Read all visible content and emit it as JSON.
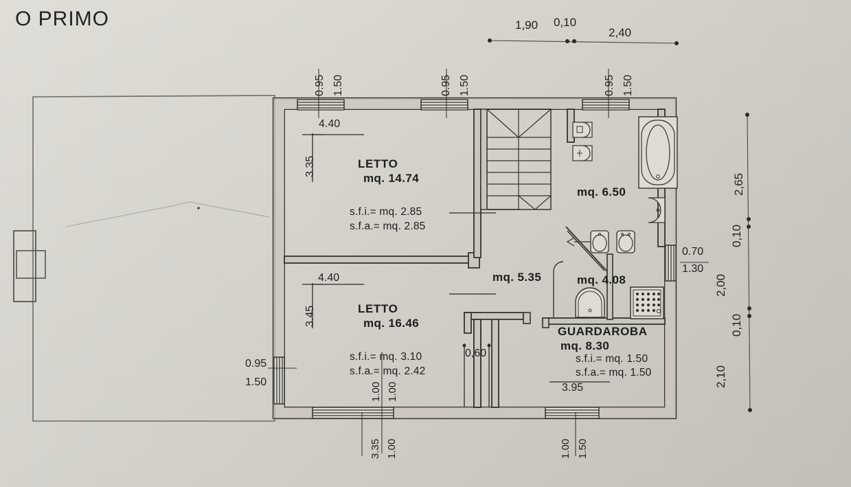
{
  "document": {
    "title": "O PRIMO",
    "full_title_hint": "PIANO PRIMO",
    "type": "architectural-floor-plan",
    "language": "it",
    "paper_color": "#d6d3cc",
    "ink_color": "#1d1d1c"
  },
  "rooms": [
    {
      "id": "letto-nord",
      "name": "LETTO",
      "area": "mq. 14.74",
      "sfi": "s.f.i.= mq. 2.85",
      "sfa": "s.f.a.= mq. 2.85",
      "width": "4.40",
      "height": "3.35"
    },
    {
      "id": "letto-sud",
      "name": "LETTO",
      "area": "mq. 16.46",
      "sfi": "s.f.i.= mq. 3.10",
      "sfa": "s.f.a.= mq. 2.42",
      "width": "4.40",
      "height": "3.45"
    },
    {
      "id": "guardaroba",
      "name": "GUARDAROBA",
      "area": "mq. 8.30",
      "sfi": "s.f.i.= mq. 1.50",
      "sfa": "s.f.a.= mq. 1.50",
      "width": "3.95"
    }
  ],
  "unnamed_areas": [
    {
      "id": "bagno",
      "area": "mq. 6.50"
    },
    {
      "id": "disimpegno",
      "area": "mq. 5.35"
    },
    {
      "id": "antibagno",
      "area": "mq. 4.08"
    }
  ],
  "dimension_chains": {
    "top": {
      "labels": [
        "1,90",
        "0,10",
        "2,40"
      ]
    },
    "right": {
      "labels": [
        "2,65",
        "0,10",
        "2,00",
        "0,10",
        "2,10"
      ]
    }
  },
  "openings": [
    {
      "id": "window-top-left",
      "width": "0.95",
      "height": "1.50"
    },
    {
      "id": "window-top-mid",
      "width": "0.95",
      "height": "1.50"
    },
    {
      "id": "window-top-right",
      "width": "0.95",
      "height": "1.50"
    },
    {
      "id": "window-left",
      "width": "0.95",
      "height": "1.50"
    },
    {
      "id": "window-right",
      "width": "0.70",
      "height": "1.30"
    },
    {
      "id": "door-letto-nord",
      "width": "1.00",
      "height": "1.00"
    },
    {
      "id": "door-letto-sud",
      "width": "1.00",
      "height": "1.00"
    },
    {
      "id": "window-bottom-left",
      "width": "3.35",
      "height": "1.00"
    },
    {
      "id": "window-bottom-right",
      "width": "1.00",
      "height": "1.50"
    },
    {
      "id": "closet-opening",
      "width": "0,60"
    }
  ],
  "interior_dims": [
    {
      "id": "letto-nord-width",
      "value": "4.40"
    },
    {
      "id": "letto-nord-height",
      "value": "3.35"
    },
    {
      "id": "letto-sud-width",
      "value": "4.40"
    },
    {
      "id": "letto-sud-height",
      "value": "3.45"
    },
    {
      "id": "guardaroba-width",
      "value": "3.95"
    },
    {
      "id": "closet-width",
      "value": "0,60"
    }
  ],
  "fixtures": [
    {
      "id": "bathtub",
      "label": "bathtub-icon"
    },
    {
      "id": "washbasin-1",
      "label": "sink-icon"
    },
    {
      "id": "washbasin-2",
      "label": "sink-icon"
    },
    {
      "id": "sink-round",
      "label": "basin-icon"
    },
    {
      "id": "wc",
      "label": "toilet-icon"
    },
    {
      "id": "bidet",
      "label": "bidet-icon"
    },
    {
      "id": "shower",
      "label": "shower-tray-icon"
    },
    {
      "id": "basin-guardaroba",
      "label": "basin-icon"
    },
    {
      "id": "staircase",
      "label": "staircase-icon"
    }
  ]
}
